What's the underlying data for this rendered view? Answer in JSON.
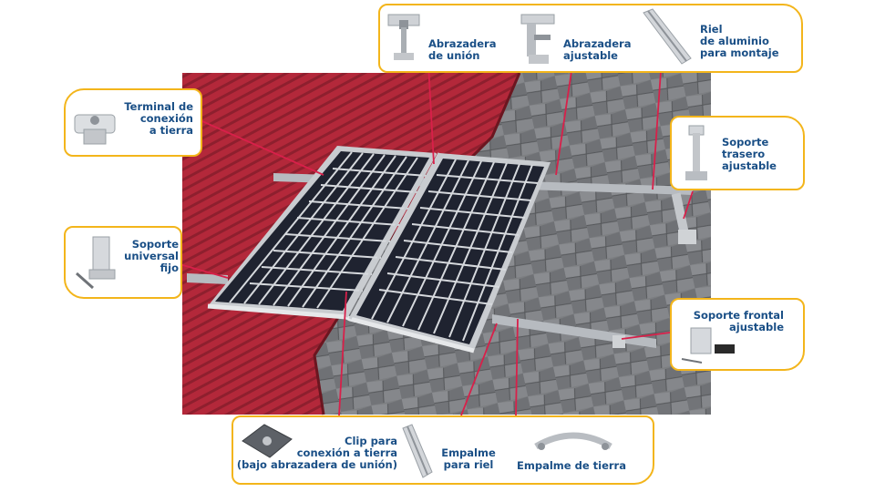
{
  "callouts": {
    "abrazadera_union": "Abrazadera\nde unión",
    "abrazadera_ajustable": "Abrazadera\najustable",
    "riel_aluminio": "Riel\nde aluminio\npara montaje",
    "terminal_tierra": "Terminal de\nconexión\na tierra",
    "soporte_trasero": "Soporte\ntrasero\najustable",
    "soporte_universal": "Soporte\nuniversal\nfijo",
    "soporte_frontal": "Soporte frontal\najustable",
    "clip_tierra": "Clip para\nconexión a tierra\n(bajo abrazadera de unión)",
    "empalme_riel": "Empalme\npara riel",
    "empalme_tierra": "Empalme de tierra"
  },
  "colors": {
    "callout_border": "#f3b51b",
    "label_text": "#1a4f86",
    "leader_line": "#d8204a",
    "roof_red": "#b3283a",
    "paving_gray": "#7d7f82",
    "panel_cell": "#1f2330",
    "frame_silver": "#c9ccd0"
  }
}
